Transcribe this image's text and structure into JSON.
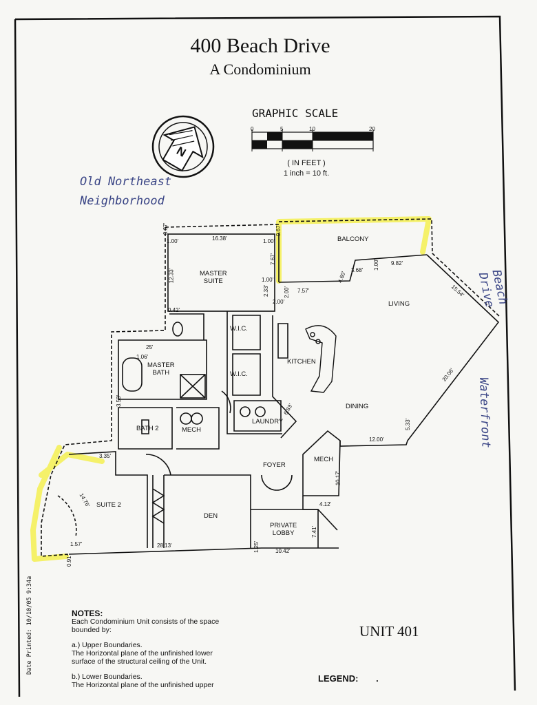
{
  "title": "400 Beach Drive",
  "subtitle": "A Condominium",
  "scale": {
    "title": "GRAPHIC SCALE",
    "ticks": [
      "0",
      "5",
      "10",
      "20"
    ],
    "unit_note": "( IN FEET )",
    "ratio_note": "1 inch = 10 ft."
  },
  "north_label": "N",
  "handwritten": {
    "top_left_line1": "Old Northeast",
    "top_left_line2": "Neighborhood",
    "right_beach": "Beach Drive",
    "right_waterfront": "Waterfront"
  },
  "rooms": {
    "balcony": "BALCONY",
    "master_suite_line1": "MASTER",
    "master_suite_line2": "SUITE",
    "living": "LIVING",
    "wic_1": "W.I.C.",
    "wic_2": "W.I.C.",
    "kitchen": "KITCHEN",
    "master_bath_line1": "MASTER",
    "master_bath_line2": "BATH",
    "dining": "DINING",
    "bath2": "BATH 2",
    "mech_1": "MECH",
    "laundry": "LAUNDRY",
    "mech_2": "MECH",
    "foyer": "FOYER",
    "suite2": "SUITE 2",
    "den": "DEN",
    "private_lobby_line1": "PRIVATE",
    "private_lobby_line2": "LOBBY"
  },
  "dimensions": {
    "d_0_67a": "0.67'",
    "d_1_00a": "1.00'",
    "d_16_38": "16.38'",
    "d_1_00b": "1.00'",
    "d_0_67b": "0.67'",
    "d_7_67": "7.67'",
    "d_12_33": "12.33'",
    "d_1_00c": "1.00'",
    "d_2_33": "2.33'",
    "d_2_00a": "2.00'",
    "d_2_00b": "2.00'",
    "d_7_57": "7.57'",
    "d_4_60": "4.60'",
    "d_3_68": "3.68'",
    "d_1_00d": "1.00'",
    "d_9_82": "9.82'",
    "d_15_54": "15.54'",
    "d_0_42": "0.42'",
    "d_25": "25'",
    "d_1_06": "1.06'",
    "d_20_06": "20.06'",
    "d_3_53": "3.53'",
    "d_5_33": "5.33'",
    "d_12_00": "12.00'",
    "d_6_83": "6.83'",
    "d_3_35": "3.35'",
    "d_10_17": "10.17'",
    "d_14_76": "14.76'",
    "d_4_12": "4.12'",
    "d_7_41": "7.41'",
    "d_1_57": "1.57'",
    "d_1_25": "1.25'",
    "d_28_13": "28.13'",
    "d_10_42": "10.42'",
    "d_0_91": "0.91'"
  },
  "unit_label": "UNIT 401",
  "legend_label": "LEGEND:",
  "legend_mark": ".",
  "date_printed": "Date Printed: 10/10/05 9:34a",
  "notes": {
    "heading": "NOTES:",
    "line1": "Each Condominium Unit consists of the space",
    "line2": "bounded by:",
    "a_head": "a.) Upper Boundaries.",
    "a_line1": "The Horizontal plane of the unfinished lower",
    "a_line2": "surface of the structural ceiling of the Unit.",
    "b_head": "b.) Lower Boundaries.",
    "b_line1": "The Horizontal plane of the unfinished upper"
  },
  "colors": {
    "highlight": "#f4f05a",
    "ink": "#111111",
    "pen": "#3b4686",
    "paper": "#f7f7f4"
  }
}
